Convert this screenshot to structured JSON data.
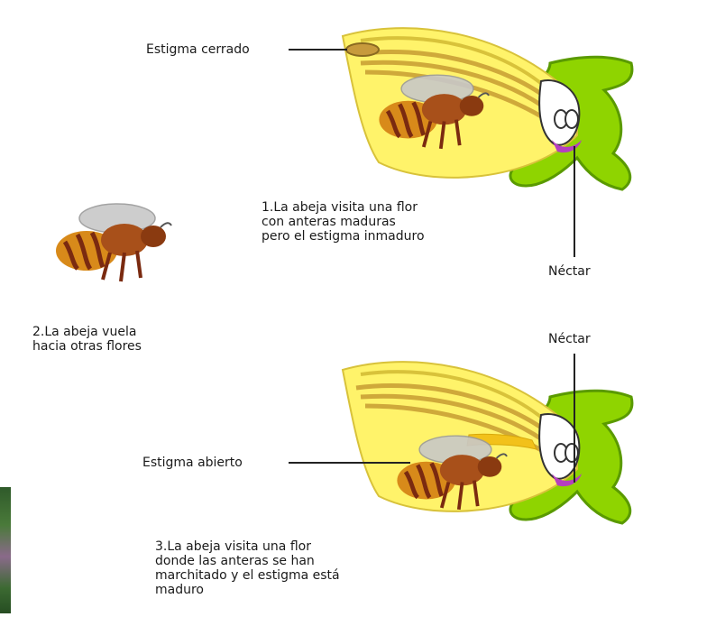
{
  "labels": {
    "closed_stigma": "Estigma cerrado",
    "open_stigma": "Estigma abierto",
    "nectar_top": "Néctar",
    "nectar_bottom": "Néctar"
  },
  "steps": [
    {
      "lines": [
        "1.La abeja visita una flor",
        "con anteras maduras",
        "pero el estigma inmaduro"
      ]
    },
    {
      "lines": [
        "2.La abeja vuela",
        "hacia otras flores"
      ]
    },
    {
      "lines": [
        "3.La abeja visita una flor",
        "donde las anteras se han",
        "marchitado y el estigma está",
        "maduro"
      ]
    }
  ],
  "colors": {
    "petal": "#fff36a",
    "petal_edge": "#d8c23a",
    "anther": "#f2c11a",
    "stamen_filament": "#cfa93a",
    "sepal": "#8fd400",
    "sepal_edge": "#5a9a00",
    "nectar": "#b53fbf",
    "ovary": "#ffffff",
    "bee_body": "#d88a1a",
    "bee_stripe": "#7a2a10",
    "bee_wing": "#c8c8c8",
    "stigma_closed": "#c79a3c"
  }
}
